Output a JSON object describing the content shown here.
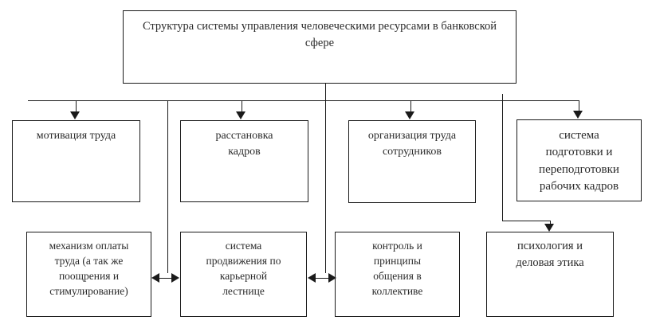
{
  "diagram": {
    "type": "organizational-chart",
    "title_box": {
      "text": "Структура системы управления человеческими ресурсами в банковской сфере"
    },
    "level2": [
      {
        "id": "motivation",
        "text": "мотивация труда"
      },
      {
        "id": "staffing",
        "text": "расстановка\nкадров"
      },
      {
        "id": "work-organization",
        "text": "организация труда\nсотрудников"
      },
      {
        "id": "training-system",
        "text": "система\nподготовки и\nпереподготовки\nрабочих кадров"
      }
    ],
    "level3": [
      {
        "id": "payment-mechanism",
        "text": "механизм оплаты\nтруда (а так же\nпоощрения и\nстимулирование)"
      },
      {
        "id": "career-promotion",
        "text": "система\nпродвижения по\nкарьерной\nлестнице"
      },
      {
        "id": "communication-control",
        "text": "контроль и\nпринципы\nобщения в\nколлективе"
      },
      {
        "id": "psychology-ethics",
        "text": "психология и\nделовая этика"
      }
    ],
    "colors": {
      "line": "#1a1a1a",
      "box_fill": "#ffffff",
      "text": "#2b2b2b"
    }
  }
}
